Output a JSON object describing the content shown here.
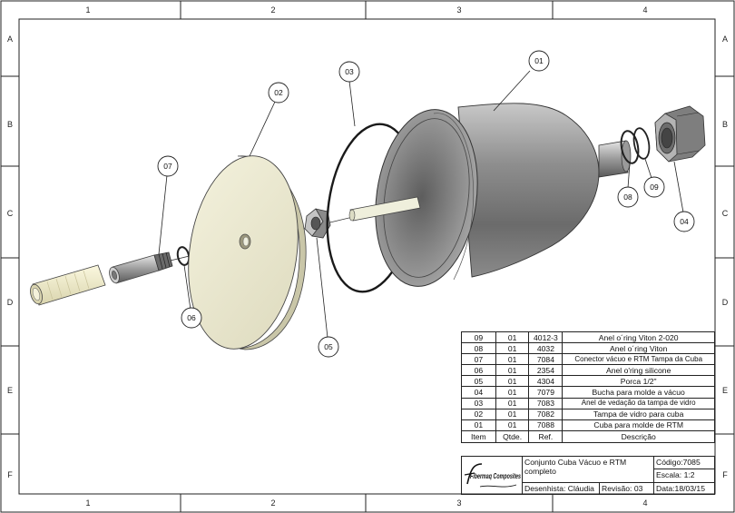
{
  "frame": {
    "columns": [
      "1",
      "2",
      "3",
      "4"
    ],
    "rows": [
      "A",
      "B",
      "C",
      "D",
      "E",
      "F"
    ]
  },
  "balloons": [
    "01",
    "02",
    "03",
    "04",
    "05",
    "06",
    "07",
    "08",
    "09"
  ],
  "bom": {
    "headers": {
      "item": "Item",
      "qty": "Qtde.",
      "ref": "Ref.",
      "desc": "Descrição"
    },
    "rows": [
      {
        "item": "09",
        "qty": "01",
        "ref": "4012-3",
        "desc": "Anel o´ring Viton 2-020"
      },
      {
        "item": "08",
        "qty": "01",
        "ref": "4032",
        "desc": "Anel o´ring Viton"
      },
      {
        "item": "07",
        "qty": "01",
        "ref": "7084",
        "desc": "Conector vácuo e RTM  Tampa da Cuba"
      },
      {
        "item": "06",
        "qty": "01",
        "ref": "2354",
        "desc": "Anel o'ring silicone"
      },
      {
        "item": "05",
        "qty": "01",
        "ref": "4304",
        "desc": "Porca 1/2\""
      },
      {
        "item": "04",
        "qty": "01",
        "ref": "7079",
        "desc": "Bucha para molde a vácuo"
      },
      {
        "item": "03",
        "qty": "01",
        "ref": "7083",
        "desc": "Anel de vedação da tampa de vidro"
      },
      {
        "item": "02",
        "qty": "01",
        "ref": "7082",
        "desc": "Tampa de vidro para cuba"
      },
      {
        "item": "01",
        "qty": "01",
        "ref": "7088",
        "desc": "Cuba para molde de RTM"
      }
    ]
  },
  "title_block": {
    "logo": "Fibermaq Composites",
    "title": "Conjunto Cuba Vácuo e RTM completo",
    "code": "Código:7085",
    "scale": "Escala: 1:2",
    "drawn_by": "Desenhista: Cláudia",
    "revision": "Revisão: 03",
    "date": "Data:18/03/15"
  }
}
